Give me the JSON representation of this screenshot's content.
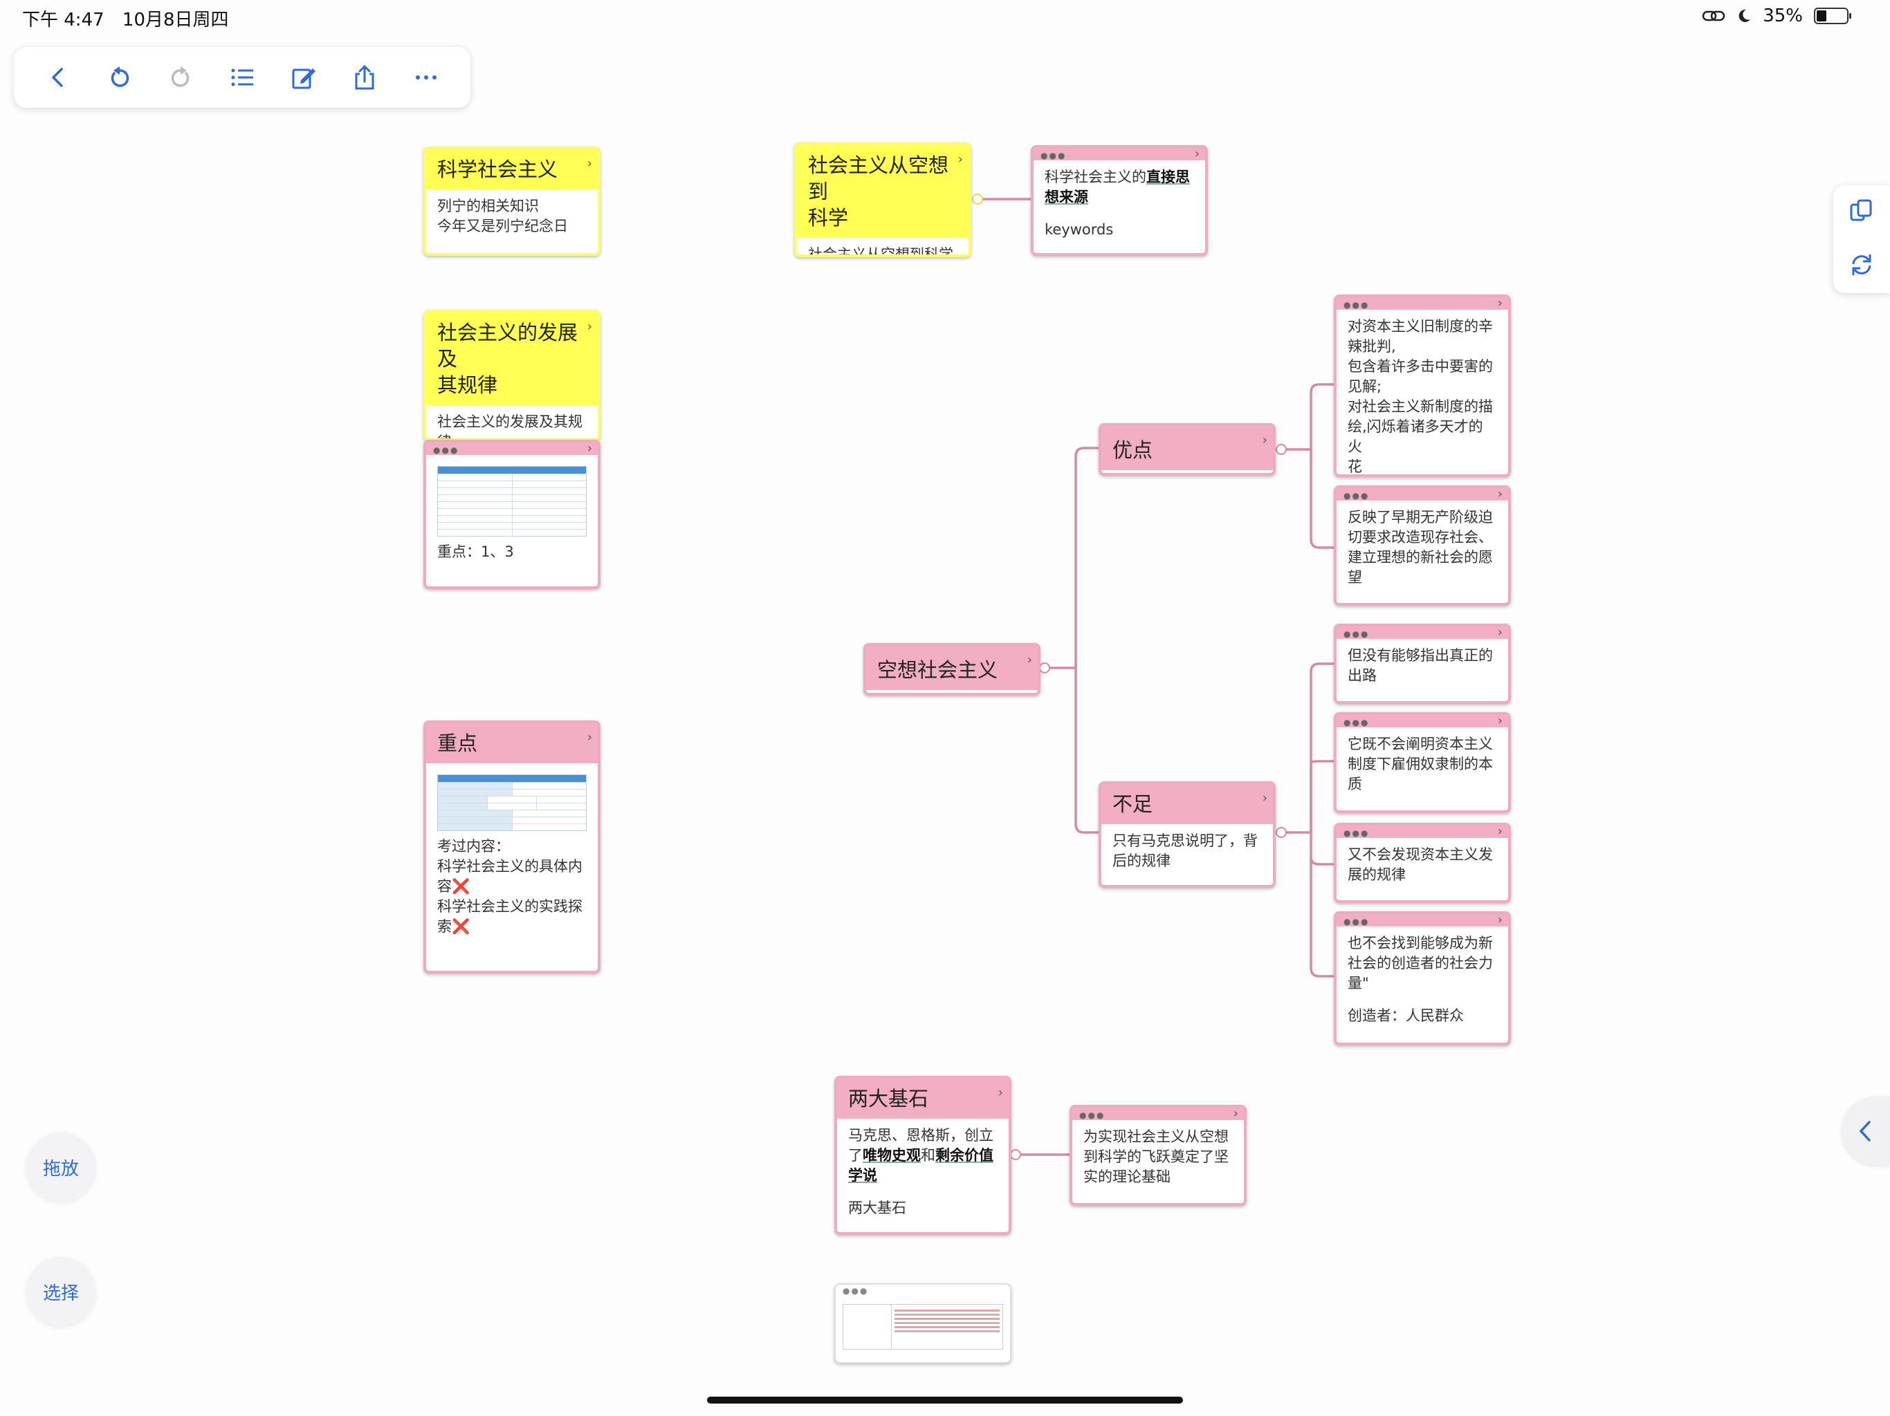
{
  "status_bar": {
    "time": "下午 4:47",
    "date": "10月8日周四",
    "battery": "35%"
  },
  "toolbar": {
    "items": [
      "back-icon",
      "undo-icon",
      "redo-icon",
      "list-icon",
      "edit-icon",
      "share-icon",
      "more-icon"
    ]
  },
  "side_panel": {
    "items": [
      "copy-icon",
      "sync-icon"
    ]
  },
  "left_buttons": {
    "drag": "拖放",
    "select": "选择"
  },
  "cards": {
    "kxshzy": {
      "title": "科学社会主义",
      "line1": "列宁的相关知识",
      "line2": "今年又是列宁纪念日"
    },
    "kxdkx": {
      "title_l1": "社会主义从空想到",
      "title_l2": "科学",
      "body": "社会主义从空想到科学"
    },
    "source": {
      "pre": "科学社会主义的",
      "bold1": "直接思",
      "bold2": "想来源",
      "keywords": "keywords"
    },
    "fzgl": {
      "title_l1": "社会主义的发展及",
      "title_l2": "其规律",
      "body_l1": "社会主义的发展及其规",
      "body_l2": "律"
    },
    "table_note": {
      "text": "重点：1、3"
    },
    "zhongdian": {
      "title": "重点",
      "l1": "考过内容：",
      "l2": "科学社会主义的具体内",
      "l3": "容",
      "l4": "科学社会主义的实践探",
      "l5": "索",
      "x": "❌"
    },
    "kxshz": {
      "title": "空想社会主义"
    },
    "youdian": {
      "title": "优点"
    },
    "buzu": {
      "title": "不足",
      "l1": "只有马克思说明了，背",
      "l2": "后的规律"
    },
    "yd1": {
      "l1": "对资本主义旧制度的辛",
      "l2": "辣批判,",
      "l3": "包含着许多击中要害的",
      "l4": "见解;",
      "l5": "对社会主义新制度的描",
      "l6": "绘,闪烁着诸多天才的火",
      "l7": "花"
    },
    "yd2": {
      "l1": "反映了早期无产阶级迫",
      "l2": "切要求改造现存社会、",
      "l3": "建立理想的新社会的愿",
      "l4": "望"
    },
    "bz1": {
      "l1": "但没有能够指出真正的",
      "l2": "出路"
    },
    "bz2": {
      "l1": "它既不会阐明资本主义",
      "l2": "制度下雇佣奴隶制的本",
      "l3": "质"
    },
    "bz3": {
      "l1": "又不会发现资本主义发",
      "l2": "展的规律"
    },
    "bz4": {
      "l1": "也不会找到能够成为新",
      "l2": "社会的创造者的社会力",
      "l3": "量\"",
      "l4": "创造者：人民群众"
    },
    "ldjs": {
      "title": "两大基石",
      "l1": "马克思、恩格斯，创立",
      "l2a": "了",
      "b1": "唯物史观",
      "l2b": "和",
      "b2": "剩余价值",
      "b3": "学说",
      "l4": "两大基石"
    },
    "ldjs_child": {
      "l1": "为实现社会主义从空想",
      "l2": "到科学的飞跃奠定了坚",
      "l3": "实的理论基础"
    }
  },
  "colors": {
    "pink": "#f2aec2",
    "yellow": "#fefe55",
    "accent": "#2f6ad6",
    "connector": "#d58aa0"
  }
}
